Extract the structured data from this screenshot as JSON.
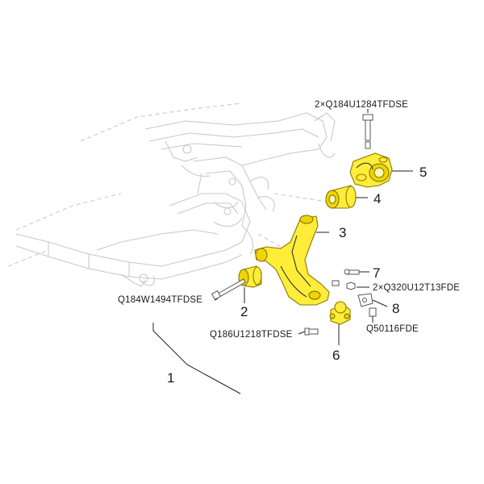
{
  "callouts": {
    "c1": "1",
    "c2": "2",
    "c3": "3",
    "c4": "4",
    "c5": "5",
    "c6": "6",
    "c7": "7",
    "c8": "8"
  },
  "part_codes": {
    "bolt_top": "2×Q184U1284TFDSE",
    "bolt_front": "Q184W1494TFDSE",
    "bolt_lower": "Q186U1218TFDSE",
    "nut_pair": "2×Q320U12T13FDE",
    "nut_single": "Q50116FDE"
  },
  "colors": {
    "highlight": "#ffed3a",
    "frame_line": "#c9c9c9",
    "label_ink": "#1a1a1a"
  }
}
